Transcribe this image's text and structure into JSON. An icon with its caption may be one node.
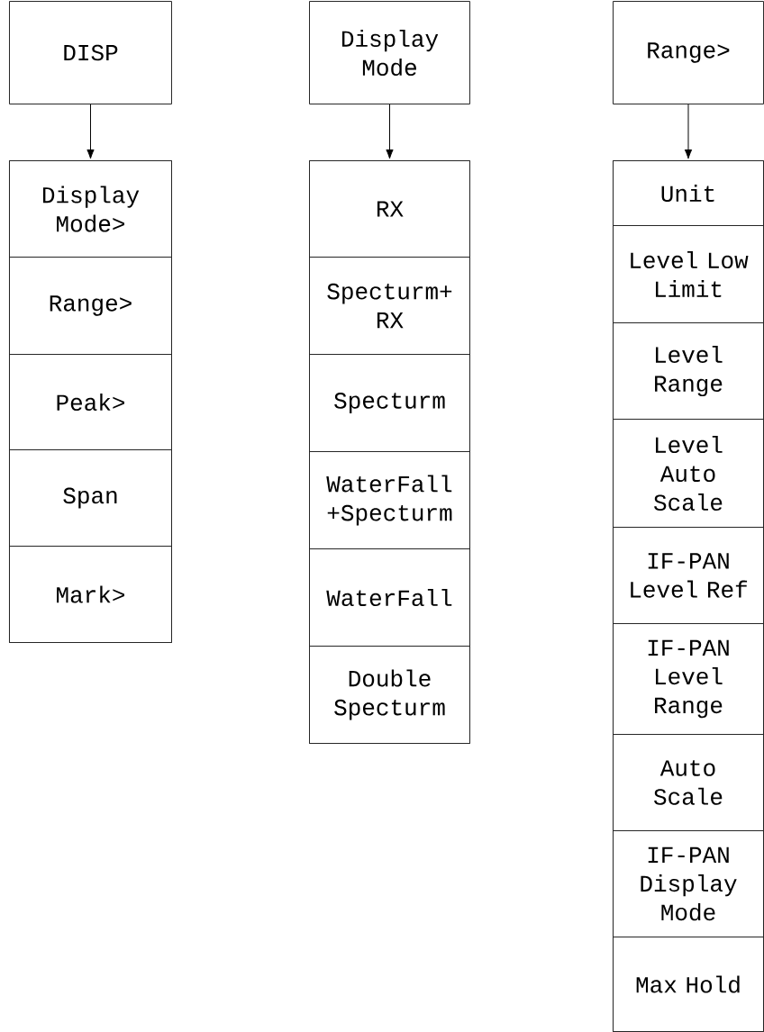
{
  "diagram": {
    "nodes": [
      {
        "text": [
          "DISP"
        ]
      },
      {
        "text": [],
        "shape": "box"
      },
      {
        "text": [
          "Display Mode>"
        ],
        "in": 1
      },
      {
        "text": [
          "Range>"
        ],
        "in": 1
      },
      {
        "text": [
          "Peak>"
        ],
        "in": 1
      },
      {
        "text": [
          "Span"
        ],
        "in": 1
      },
      {
        "text": [
          "Mark>"
        ],
        "in": 1
      },
      {
        "text": [
          "Display Mode"
        ]
      },
      {
        "text": [],
        "shape": "box"
      },
      {
        "text": [
          "RX"
        ],
        "in": 8
      },
      {
        "text": [
          "Specturm+ RX"
        ],
        "in": 8
      },
      {
        "text": [
          "Specturm"
        ],
        "in": 8
      },
      {
        "text": [
          "WaterFall +Specturm"
        ],
        "in": 8
      },
      {
        "text": [
          "WaterFall"
        ],
        "in": 8
      },
      {
        "text": [
          "Double Specturm"
        ],
        "in": 8
      },
      {
        "text": [
          "Range>"
        ]
      },
      {
        "text": [],
        "shape": "box"
      },
      {
        "text": [
          "Unit"
        ],
        "in": 16
      },
      {
        "text": [
          "Level Low Limit"
        ],
        "in": 16
      },
      {
        "text": [
          "Level Range"
        ],
        "in": 16
      },
      {
        "text": [
          "Level Auto Scale"
        ],
        "in": 16
      },
      {
        "text": [
          "IF-PAN Level Ref"
        ],
        "in": 16
      },
      {
        "text": [
          "IF-PAN Level Range"
        ],
        "in": 16
      },
      {
        "text": [
          "Auto Scale"
        ],
        "in": 16
      },
      {
        "text": [
          "IF-PAN Display Mode"
        ],
        "in": 16
      },
      {
        "text": [
          "Max Hold"
        ],
        "in": 16
      }
    ],
    "edges": [
      {
        "from": 0,
        "to": 1,
        "arrow": "to"
      },
      {
        "from": 7,
        "to": 8,
        "arrow": "to"
      },
      {
        "from": 15,
        "to": 16,
        "arrow": "to"
      }
    ]
  }
}
